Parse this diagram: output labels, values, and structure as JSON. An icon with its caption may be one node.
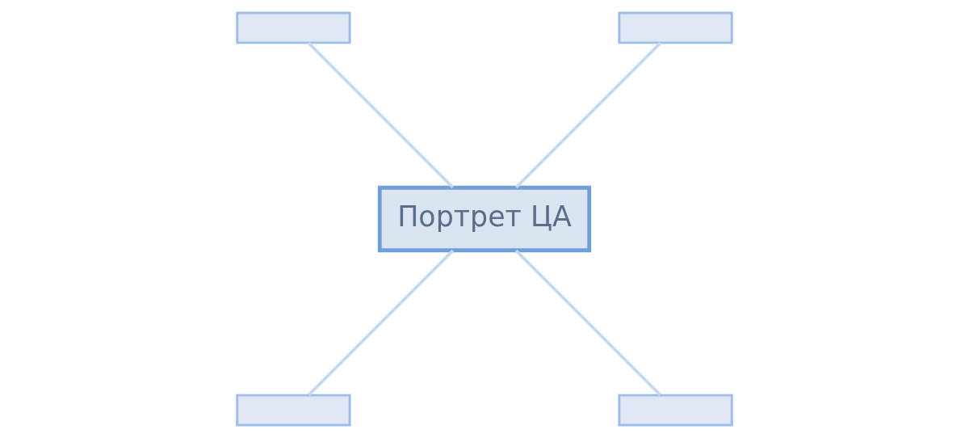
{
  "diagram": {
    "nodes": [
      {
        "text": [
          "Портрет ЦА"
        ]
      },
      {
        "text": [],
        "shape": "box"
      },
      {
        "text": [],
        "shape": "box"
      },
      {
        "text": [],
        "shape": "box"
      },
      {
        "text": [],
        "shape": "box"
      }
    ],
    "edges": [
      {
        "from": 0,
        "to": 1,
        "arrow": "none"
      },
      {
        "from": 0,
        "to": 2,
        "arrow": "none"
      },
      {
        "from": 0,
        "to": 4,
        "arrow": "none"
      },
      {
        "from": 0,
        "to": 3,
        "arrow": "none"
      }
    ]
  }
}
